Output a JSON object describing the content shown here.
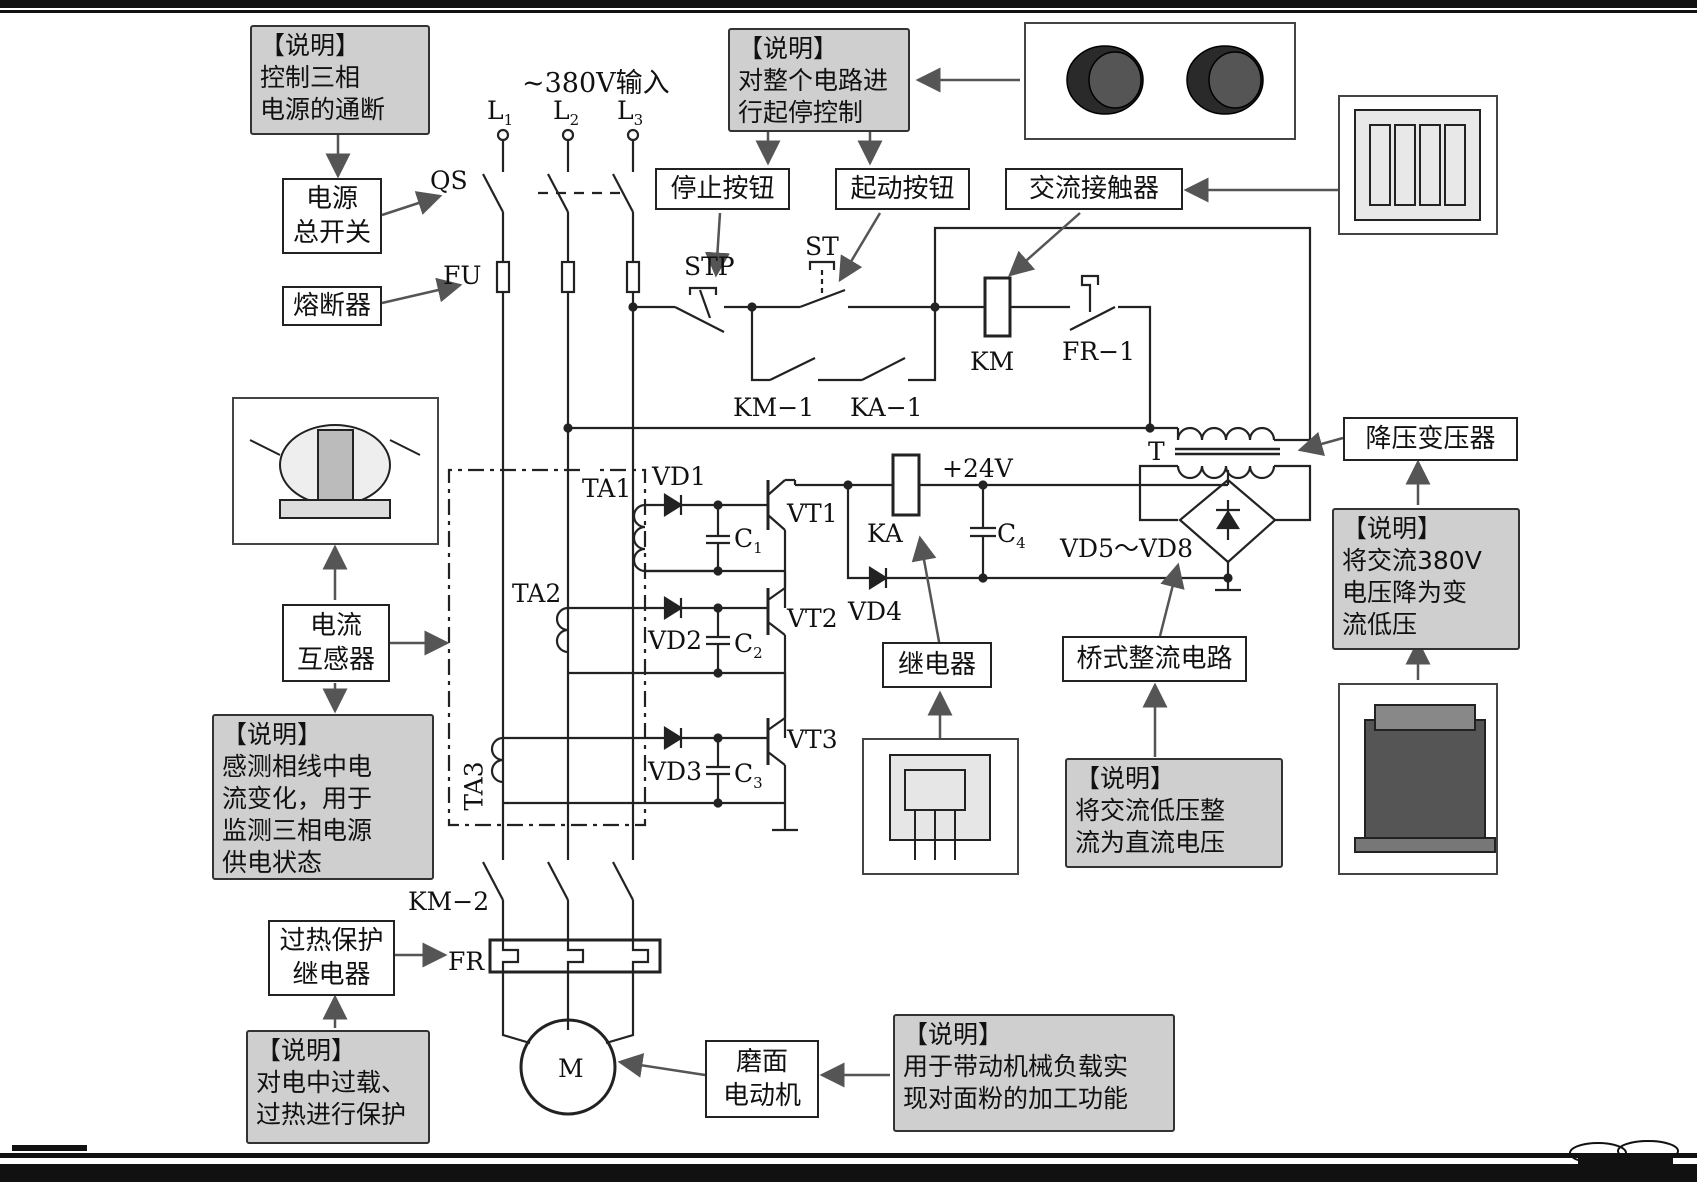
{
  "header": {
    "input": "~380V输入"
  },
  "phases": [
    {
      "letter": "L",
      "sub": "1"
    },
    {
      "letter": "L",
      "sub": "2"
    },
    {
      "letter": "L",
      "sub": "3"
    }
  ],
  "labels": {
    "qs": "QS",
    "fu": "FU",
    "stp": "STP",
    "st": "ST",
    "km": "KM",
    "fr1": "FR−1",
    "km1": "KM−1",
    "ka1": "KA−1",
    "t": "T",
    "plus24": "+24V",
    "ka": "KA",
    "vd1": "VD1",
    "vd2": "VD2",
    "vd3": "VD3",
    "vd4": "VD4",
    "vd58": "VD5～VD8",
    "ta1": "TA1",
    "ta2": "TA2",
    "ta3": "TA3",
    "vt1": "VT1",
    "vt2": "VT2",
    "vt3": "VT3",
    "c1": "C",
    "c1s": "1",
    "c2": "C",
    "c2s": "2",
    "c3": "C",
    "c3s": "3",
    "c4": "C",
    "c4s": "4",
    "km2": "KM−2",
    "fr": "FR",
    "motor": "M"
  },
  "boxes": {
    "power_switch": "电源\n总开关",
    "fuse": "熔断器",
    "stop_btn": "停止按钮",
    "start_btn": "起动按钮",
    "ac_contactor": "交流接触器",
    "step_down": "降压变压器",
    "ct": "电流\n互感器",
    "relay": "继电器",
    "bridge": "桥式整流电路",
    "thermal": "过热保护\n继电器",
    "motor_box": "磨面\n电动机"
  },
  "notes": {
    "n_power": "【说明】\n控制三相\n电源的通断",
    "n_startstop": "【说明】\n对整个电路进\n行起停控制",
    "n_transformer": "【说明】\n将交流380V\n电压降为变\n流低压",
    "n_ct": "【说明】\n感测相线中电\n流变化，用于\n监测三相电源\n供电状态",
    "n_bridge": "【说明】\n将交流低压整\n流为直流电压",
    "n_thermal": "【说明】\n对电中过载、\n过热进行保护",
    "n_motor": "【说明】\n用于带动机械负载实\n现对面粉的加工功能"
  },
  "colors": {
    "line": "#222222",
    "note_bg": "#cfcfcf",
    "paper": "#ffffff"
  }
}
